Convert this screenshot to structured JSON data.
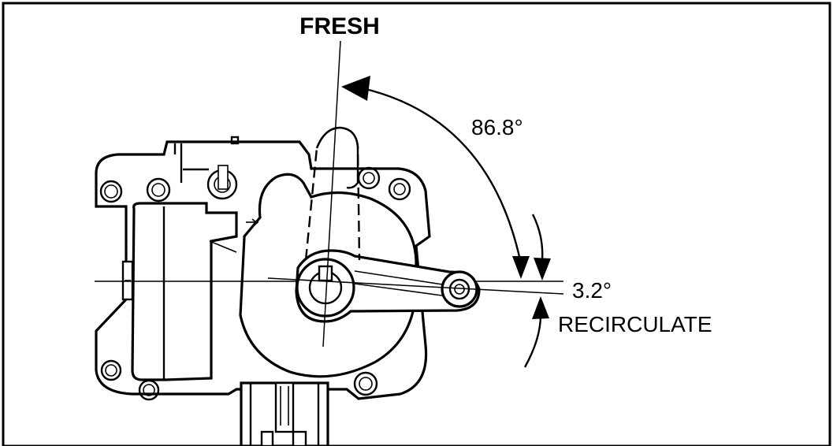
{
  "diagram": {
    "labels": {
      "fresh": "FRESH",
      "angle_large": "86.8°",
      "angle_small": "3.2°",
      "recirculate": "RECIRCULATE"
    }
  }
}
